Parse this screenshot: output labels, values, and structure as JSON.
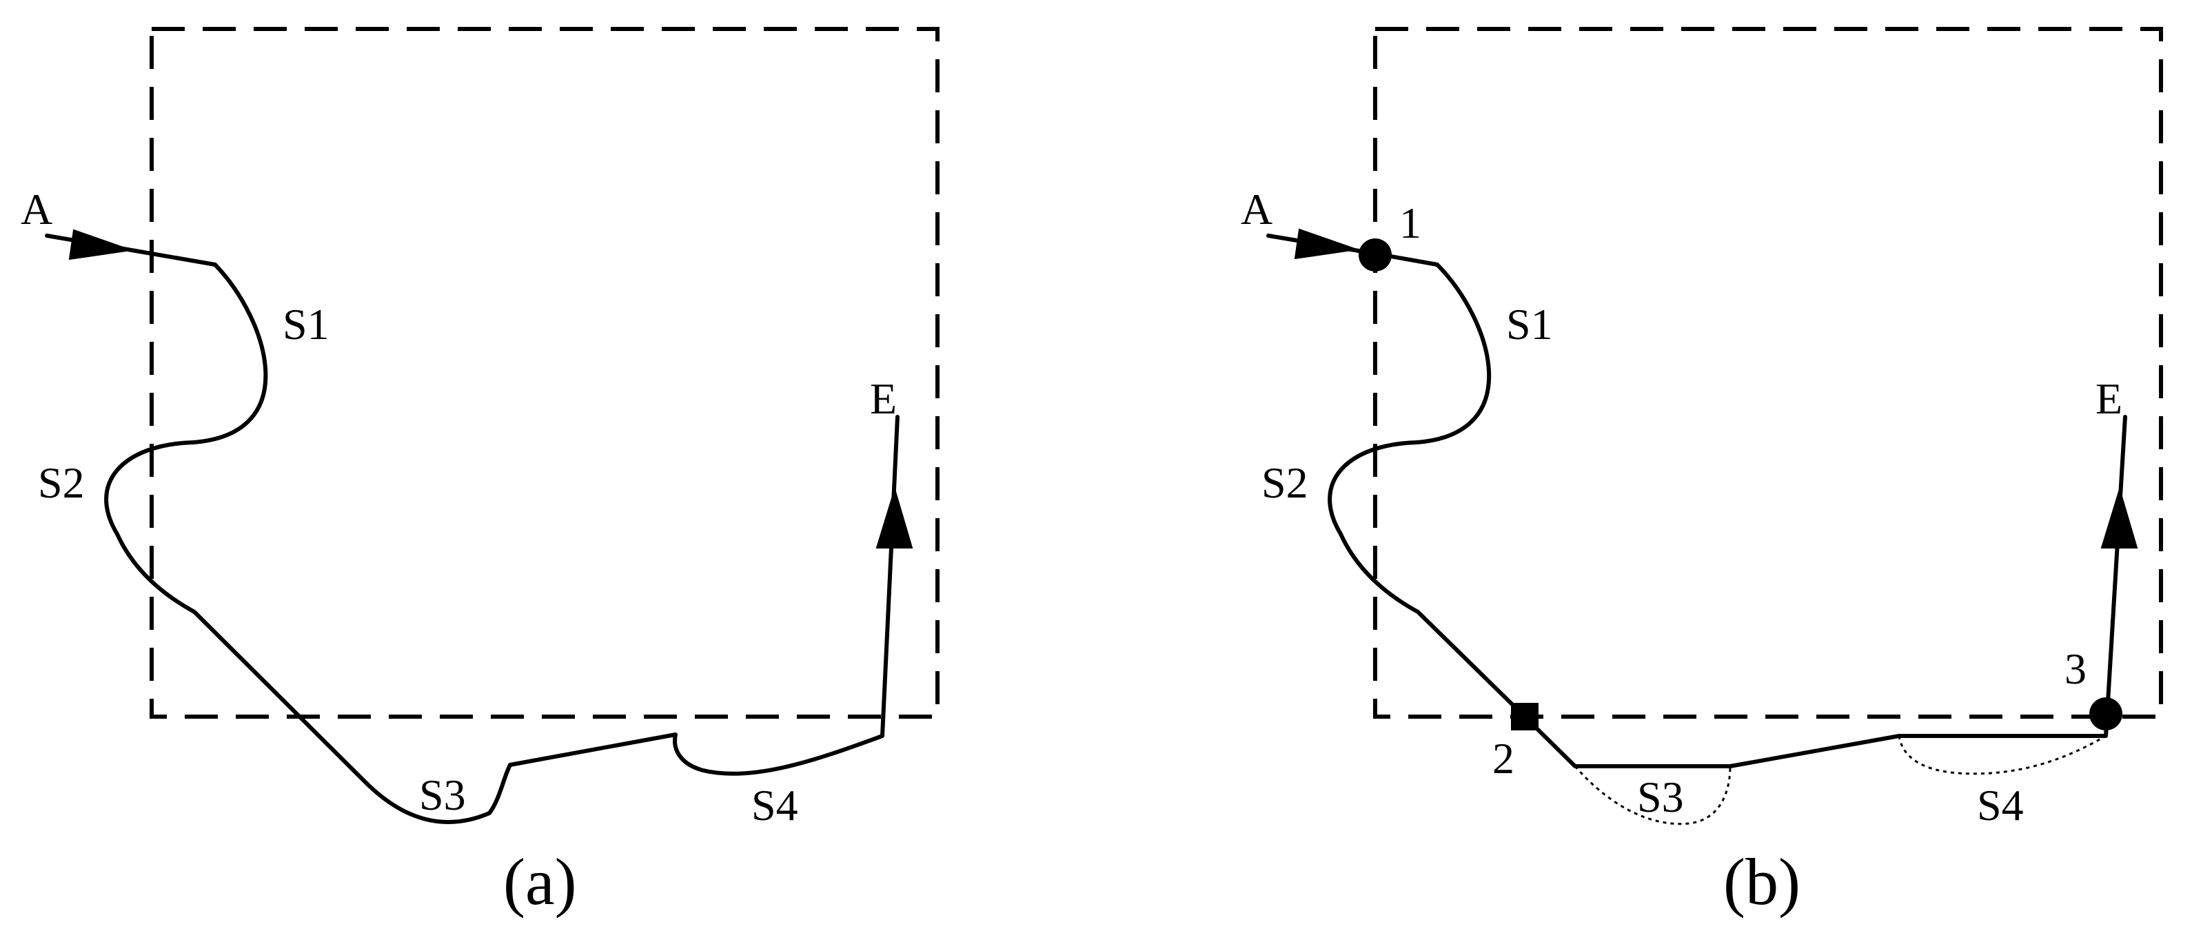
{
  "panel_a": {
    "caption": "(a)",
    "labels": {
      "start": "A",
      "end": "E",
      "s1": "S1",
      "s2": "S2",
      "s3": "S3",
      "s4": "S4"
    }
  },
  "panel_b": {
    "caption": "(b)",
    "labels": {
      "start": "A",
      "end": "E",
      "s1": "S1",
      "s2": "S2",
      "s3": "S3",
      "s4": "S4"
    },
    "points": [
      "1",
      "2",
      "3"
    ]
  }
}
